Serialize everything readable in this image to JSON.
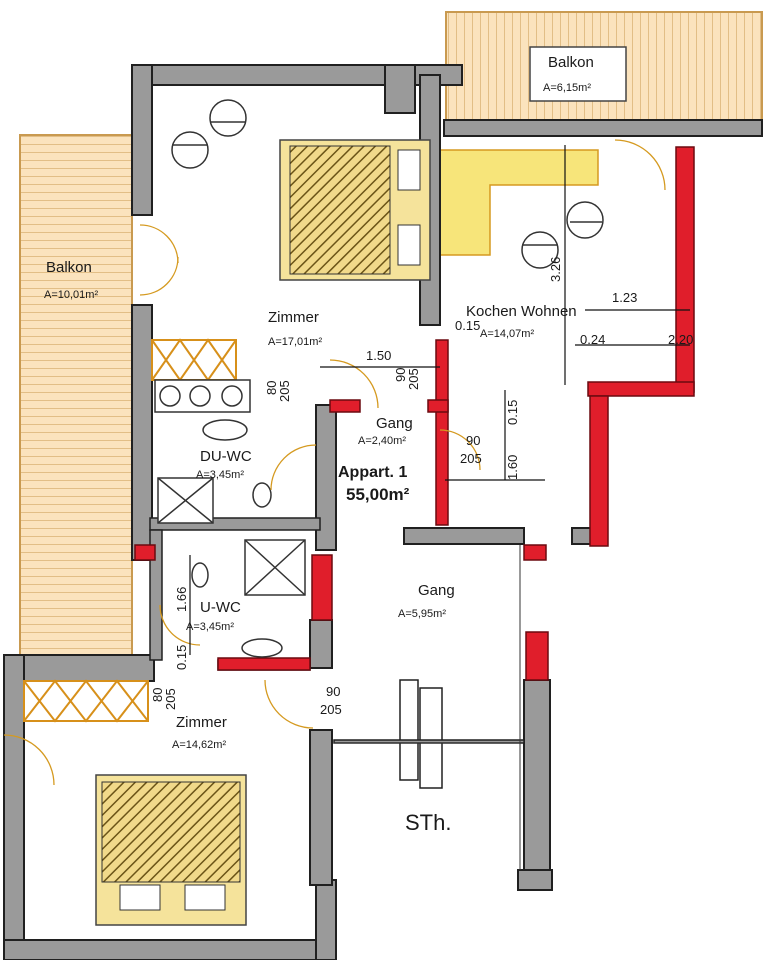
{
  "rooms": {
    "balkon_top": {
      "name": "Balkon",
      "area": "A=6,15m²"
    },
    "balkon_left": {
      "name": "Balkon",
      "area": "A=10,01m²"
    },
    "zimmer_top": {
      "name": "Zimmer",
      "area": "A=17,01m²"
    },
    "kochen": {
      "name": "Kochen Wohnen",
      "area": "A=14,07m²"
    },
    "gang_small": {
      "name": "Gang",
      "area": "A=2,40m²"
    },
    "du_wc": {
      "name": "DU-WC",
      "area": "A=3,45m²"
    },
    "u_wc": {
      "name": "U-WC",
      "area": "A=3,45m²"
    },
    "gang_big": {
      "name": "Gang",
      "area": "A=5,95m²"
    },
    "zimmer_bottom": {
      "name": "Zimmer",
      "area": "A=14,62m²"
    },
    "stairs": {
      "name": "STh."
    }
  },
  "apartment": {
    "name": "Appart. 1",
    "area": "55,00m²"
  },
  "dimensions": {
    "d1": "1.50",
    "d2_w": "90",
    "d2_h": "205",
    "d3": "0.15",
    "d4_w": "80",
    "d4_h": "205",
    "d5_w": "90",
    "d5_h": "205",
    "d6": "3.26",
    "d7": "1.23",
    "d8": "0.24",
    "d9": "2.20",
    "d10": "0.15",
    "d11": "1.60",
    "d12": "1.66",
    "d13": "0.15",
    "d14_w": "80",
    "d14_h": "205",
    "d15_w": "90",
    "d15_h": "205"
  },
  "colors": {
    "wall": "#9a9a9a",
    "wall_dark": "#202020",
    "red_wall": "#e01e2b",
    "balcony": "#f8dcb0",
    "bed": "#f5e39b",
    "kitchen": "#f7e57a",
    "wardrobe": "#d7901a"
  }
}
